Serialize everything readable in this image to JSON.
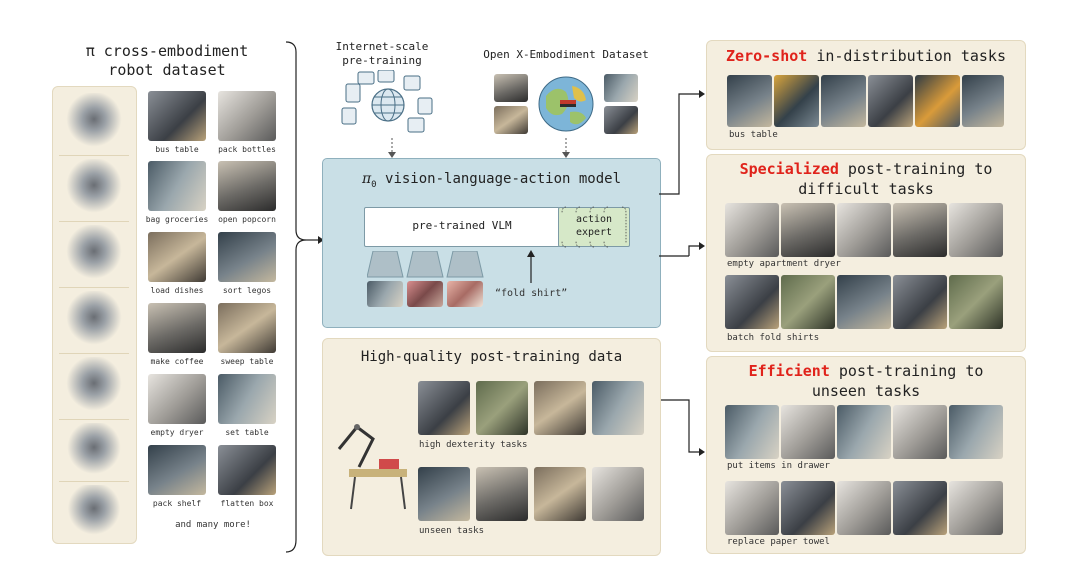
{
  "left": {
    "title_line1": "π cross-embodiment",
    "title_line2": "robot dataset",
    "tasks": [
      "bus table",
      "pack bottles",
      "bag groceries",
      "open popcorn",
      "load dishes",
      "sort legos",
      "make coffee",
      "sweep table",
      "empty dryer",
      "set table",
      "pack shelf",
      "flatten box"
    ],
    "more": "and many more!"
  },
  "top": {
    "internet_line1": "Internet-scale",
    "internet_line2": "pre-training",
    "oxe": "Open X-Embodiment Dataset"
  },
  "model": {
    "title_pi": "π",
    "title_sub": "0",
    "title_rest": " vision-language-action model",
    "vlm": "pre-trained VLM",
    "expert_line1": "action",
    "expert_line2": "expert",
    "prompt": "“fold shirt”"
  },
  "post": {
    "title": "High-quality post-training data",
    "dex": "high dexterity tasks",
    "unseen": "unseen tasks"
  },
  "right": {
    "zs_hl": "Zero-shot",
    "zs_rest": " in-distribution tasks",
    "zs_cap": "bus table",
    "sp_hl": "Specialized",
    "sp_rest": " post-training to",
    "sp_line2": "difficult tasks",
    "sp_cap1": "empty apartment dryer",
    "sp_cap2": "batch fold shirts",
    "ef_hl": "Efficient",
    "ef_rest": " post-training to",
    "ef_line2": "unseen tasks",
    "ef_cap1": "put items in drawer",
    "ef_cap2": "replace paper towel"
  },
  "colors": {
    "panel_bg": "#f4eedf",
    "model_bg": "#c9dfe6",
    "expert_bg": "#d6e8c8",
    "highlight": "#e0231b"
  }
}
